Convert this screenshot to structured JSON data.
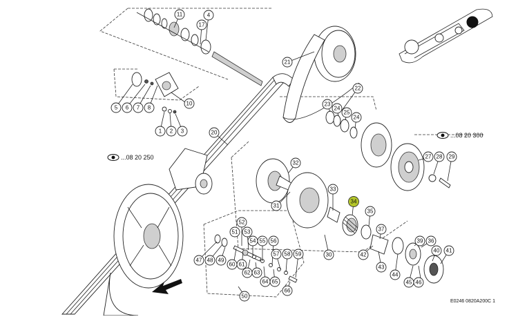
{
  "callouts": [
    {
      "id": "c1",
      "label": "1"
    },
    {
      "id": "c2",
      "label": "2"
    },
    {
      "id": "c3",
      "label": "3"
    },
    {
      "id": "c4",
      "label": "4"
    },
    {
      "id": "c5",
      "label": "5"
    },
    {
      "id": "c6",
      "label": "6"
    },
    {
      "id": "c7",
      "label": "7"
    },
    {
      "id": "c8",
      "label": "8"
    },
    {
      "id": "c10",
      "label": "10"
    },
    {
      "id": "c11",
      "label": "11"
    },
    {
      "id": "c17",
      "label": "17"
    },
    {
      "id": "c20",
      "label": "20"
    },
    {
      "id": "c21",
      "label": "21"
    },
    {
      "id": "c22",
      "label": "22"
    },
    {
      "id": "c23",
      "label": "23"
    },
    {
      "id": "c24a",
      "label": "24"
    },
    {
      "id": "c24b",
      "label": "24"
    },
    {
      "id": "c25",
      "label": "25"
    },
    {
      "id": "c27",
      "label": "27"
    },
    {
      "id": "c28",
      "label": "28"
    },
    {
      "id": "c29",
      "label": "29"
    },
    {
      "id": "c30",
      "label": "30"
    },
    {
      "id": "c31",
      "label": "31"
    },
    {
      "id": "c32",
      "label": "32"
    },
    {
      "id": "c33",
      "label": "33"
    },
    {
      "id": "c34",
      "label": "34",
      "highlight": true
    },
    {
      "id": "c35",
      "label": "35"
    },
    {
      "id": "c36",
      "label": "36"
    },
    {
      "id": "c37",
      "label": "37"
    },
    {
      "id": "c39",
      "label": "39"
    },
    {
      "id": "c40",
      "label": "40"
    },
    {
      "id": "c41",
      "label": "41"
    },
    {
      "id": "c42",
      "label": "42"
    },
    {
      "id": "c43",
      "label": "43"
    },
    {
      "id": "c44",
      "label": "44"
    },
    {
      "id": "c45",
      "label": "45"
    },
    {
      "id": "c46",
      "label": "46"
    },
    {
      "id": "c47",
      "label": "47"
    },
    {
      "id": "c48",
      "label": "48"
    },
    {
      "id": "c49",
      "label": "49"
    },
    {
      "id": "c50",
      "label": "50"
    },
    {
      "id": "c51",
      "label": "51"
    },
    {
      "id": "c52",
      "label": "52"
    },
    {
      "id": "c53",
      "label": "53"
    },
    {
      "id": "c54",
      "label": "54"
    },
    {
      "id": "c55",
      "label": "55"
    },
    {
      "id": "c56",
      "label": "56"
    },
    {
      "id": "c57",
      "label": "57"
    },
    {
      "id": "c58",
      "label": "58"
    },
    {
      "id": "c59",
      "label": "59"
    },
    {
      "id": "c60",
      "label": "60"
    },
    {
      "id": "c61",
      "label": "61"
    },
    {
      "id": "c62",
      "label": "62"
    },
    {
      "id": "c63",
      "label": "63"
    },
    {
      "id": "c64",
      "label": "64"
    },
    {
      "id": "c65",
      "label": "65"
    },
    {
      "id": "c66",
      "label": "66"
    }
  ],
  "references": {
    "ref_a": "...08 20 300",
    "ref_b": "...08 20 250"
  },
  "drawing_code": "E0246 0820A200C 1",
  "colors": {
    "highlight": "#b4c62a",
    "line": "#222222"
  },
  "icons": {
    "view_reference": "eye-icon",
    "direction": "direction-arrow-icon",
    "location": "location-map-icon"
  }
}
